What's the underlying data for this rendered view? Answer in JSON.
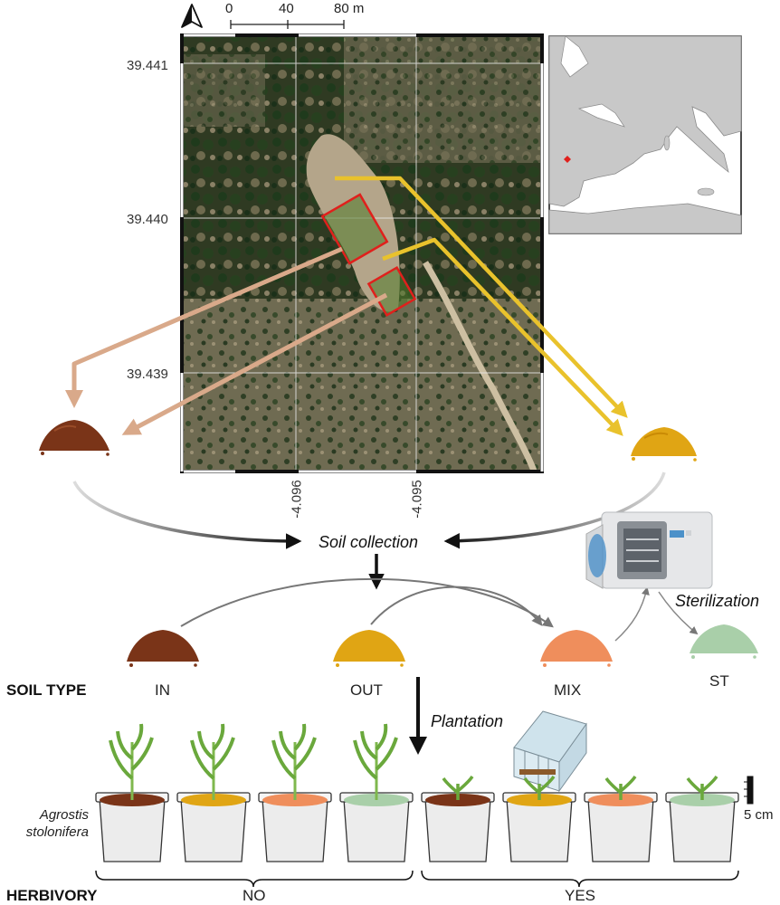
{
  "map": {
    "scale_labels": [
      "0",
      "40",
      "80 m"
    ],
    "lat_labels": [
      "39.441",
      "39.440",
      "39.439"
    ],
    "lon_labels": [
      "-4.096",
      "-4.095"
    ],
    "north_icon": "north-arrow-icon"
  },
  "flow": {
    "soil_collection": "Soil collection",
    "sterilization": "Sterilization",
    "plantation": "Plantation"
  },
  "soil_types": {
    "section_label": "SOIL TYPE",
    "labels": [
      "IN",
      "OUT",
      "MIX",
      "ST"
    ]
  },
  "plant": {
    "species_line1": "Agrostis",
    "species_line2": "stolonifera",
    "scale_label": "5 cm"
  },
  "herbivory": {
    "section_label": "HERBIVORY",
    "groups": [
      "NO",
      "YES"
    ]
  },
  "colors": {
    "in_soil": "#7a3418",
    "out_soil": "#e0a514",
    "mix_soil": "#ef8e5c",
    "st_soil": "#a9cfa9",
    "in_arrow": "#d9a98a",
    "out_arrow": "#e9c22c",
    "plot_outline": "#e0201c"
  }
}
